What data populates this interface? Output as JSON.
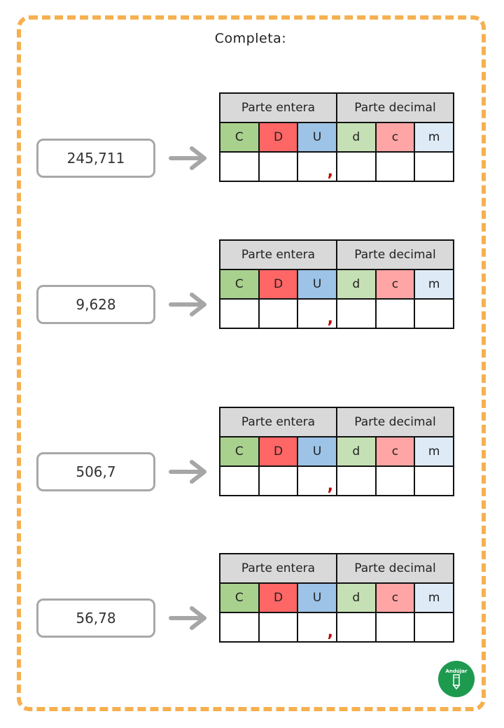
{
  "title": "Completa:",
  "table": {
    "header_left": "Parte entera",
    "header_right": "Parte decimal",
    "columns": [
      "C",
      "D",
      "U",
      "d",
      "c",
      "m"
    ],
    "column_colors": [
      "#a9d18e",
      "#ff6666",
      "#9dc3e6",
      "#c5e0b4",
      "#ffa5a5",
      "#deebf7"
    ],
    "comma_mark": ","
  },
  "exercises": [
    {
      "number": "245,711"
    },
    {
      "number": "9,628"
    },
    {
      "number": "506,7"
    },
    {
      "number": "56,78"
    }
  ],
  "arrow_icon": "right-arrow-icon",
  "logo": {
    "text": "Andújar",
    "icon": "pencil-icon"
  }
}
